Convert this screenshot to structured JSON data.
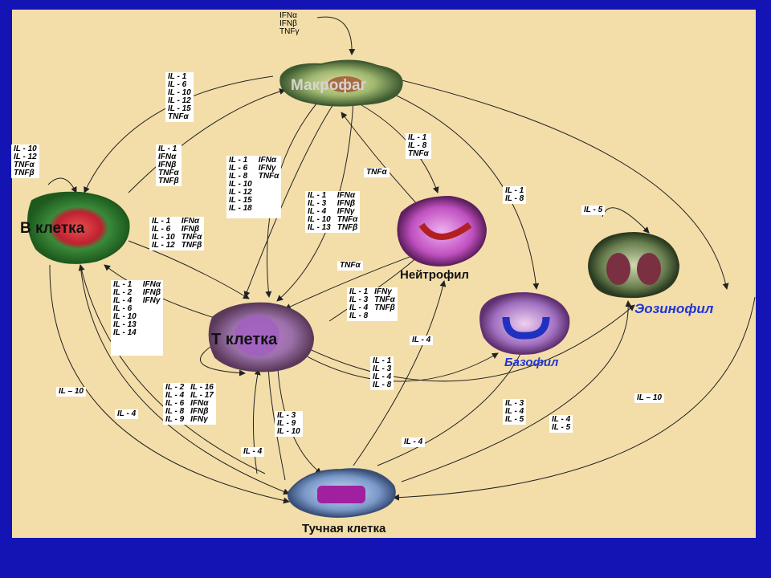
{
  "cells": {
    "macrophage": "Макрофаг",
    "bcell": "В клетка",
    "tcell": "Т клетка",
    "neutrophil": "Нейтрофил",
    "eosinophil": "Эозинофил",
    "basophil": "Базофил",
    "mastcell": "Тучная клетка"
  },
  "labels": {
    "top_ifn": [
      "IFNα",
      "IFNβ",
      "TNFγ"
    ],
    "to_bcell_from_mac": [
      "IL - 1",
      "IL - 6",
      "IL - 10",
      "IL - 12",
      "IL - 15",
      "TNFα"
    ],
    "bcell_left": [
      "IL - 10",
      "IL - 12",
      "TNFα",
      "TNFβ"
    ],
    "bcell_to_mac": [
      "IL - 1",
      "IFNα",
      "IFNβ",
      "TNFα",
      "TNFβ"
    ],
    "center_col1": [
      "IL - 1",
      "IL - 6",
      "IL - 8",
      "IL - 10",
      "IL - 12",
      "IL - 15",
      "IL - 18"
    ],
    "center_col2": [
      "IFNα",
      "IFNγ",
      "TNFα"
    ],
    "mid_col1": [
      "IL - 1",
      "IL - 3",
      "IL - 4",
      "IL - 10",
      "IL - 13"
    ],
    "mid_col2": [
      "IFNα",
      "IFNβ",
      "IFNγ",
      "TNFα",
      "TNFβ"
    ],
    "mac_to_neut": [
      "IL - 1",
      "IL - 8",
      "TNFα"
    ],
    "tnfa_1": "TNFα",
    "mac_to_baso": [
      "IL - 1",
      "IL - 8"
    ],
    "eos_self": "IL - 5",
    "bt_col1": [
      "IL - 1",
      "IL - 6",
      "IL - 10",
      "IL - 12"
    ],
    "bt_col2": [
      "IFNα",
      "IFNβ",
      "TNFα",
      "TNFβ"
    ],
    "tnfa_2": "TNFα",
    "tb_col1": [
      "IL - 1",
      "IL - 2",
      "IL - 4",
      "IL - 6",
      "IL - 10",
      "IL - 13",
      "IL - 14"
    ],
    "tb_col2": [
      "IFNα",
      "IFNβ",
      "IFNγ"
    ],
    "nt_col1": [
      "IL - 1",
      "IL - 3",
      "IL - 4",
      "IL - 8"
    ],
    "nt_col2": [
      "IFNγ",
      "TNFα",
      "TNFβ"
    ],
    "il4_neut": "IL - 4",
    "t_to_baso": [
      "IL - 1",
      "IL - 3",
      "IL - 4",
      "IL - 8"
    ],
    "il10_left": "IL – 10",
    "il4_left": "IL - 4",
    "mt_col1": [
      "IL - 2",
      "IL - 4",
      "IL - 6",
      "IL - 8",
      "IL - 9"
    ],
    "mt_col2": [
      "IL - 16",
      "IL - 17",
      "IFNα",
      "IFNβ",
      "IFNγ"
    ],
    "t_to_mast": [
      "IL - 3",
      "IL - 9",
      "IL - 10"
    ],
    "il4_bottom": "IL - 4",
    "il4_mid": "IL - 4",
    "mast_to_baso": [
      "IL - 3",
      "IL - 4",
      "IL - 5"
    ],
    "eos_to_mast": [
      "IL - 4",
      "IL - 5"
    ],
    "il10_right": "IL – 10"
  },
  "colors": {
    "background": "#1414b4",
    "panel": "#f3deaa",
    "arrow": "#222222",
    "cell_name_blue": "#1f35d6"
  }
}
